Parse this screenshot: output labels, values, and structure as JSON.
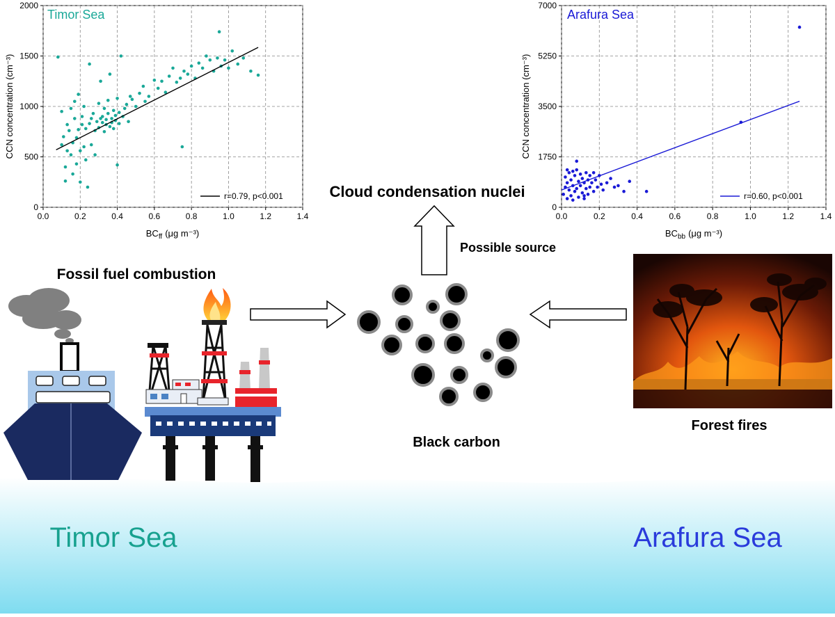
{
  "labels": {
    "ccn": "Cloud condensation nuclei",
    "possible_source": "Possible source",
    "fossil_fuel": "Fossil fuel combustion",
    "black_carbon": "Black carbon",
    "forest_fires": "Forest fires",
    "timor_sea": "Timor Sea",
    "arafura_sea": "Arafura Sea"
  },
  "colors": {
    "timor": "#1aa898",
    "arafura": "#1a1ad6",
    "timor_label": "#17a18f",
    "arafura_label": "#2a3bdb",
    "sea_top": "#ffffff",
    "sea_bottom": "#7fdcf0"
  },
  "icons": [
    "cargo-ship-icon",
    "oil-rig-icon",
    "flame-icon",
    "smoke-cloud-icon",
    "black-carbon-particles-icon",
    "forest-fire-photo"
  ],
  "chart_data": [
    {
      "type": "scatter",
      "title": "Timor Sea",
      "xlabel_main": "BC",
      "xlabel_sub": "ff",
      "xlabel_unit": "(μg m⁻³)",
      "ylabel": "CCN concentration (cm⁻³)",
      "xlim": [
        0.0,
        1.4
      ],
      "ylim": [
        0,
        2000
      ],
      "xticks": [
        "0.0",
        "0.2",
        "0.4",
        "0.6",
        "0.8",
        "1.0",
        "1.2",
        "1.4"
      ],
      "yticks": [
        "0",
        "500",
        "1000",
        "1500",
        "2000"
      ],
      "grid": true,
      "legend": "r=0.79, p<0.001",
      "legend_position": "lower-right",
      "fit_line": {
        "x": [
          0.07,
          1.16
        ],
        "y": [
          570,
          1585
        ]
      },
      "color": "#1aa898",
      "points": [
        [
          0.08,
          1490
        ],
        [
          0.1,
          950
        ],
        [
          0.1,
          620
        ],
        [
          0.11,
          700
        ],
        [
          0.12,
          400
        ],
        [
          0.12,
          260
        ],
        [
          0.13,
          560
        ],
        [
          0.13,
          820
        ],
        [
          0.14,
          760
        ],
        [
          0.15,
          980
        ],
        [
          0.15,
          520
        ],
        [
          0.16,
          640
        ],
        [
          0.16,
          330
        ],
        [
          0.17,
          880
        ],
        [
          0.17,
          1050
        ],
        [
          0.18,
          690
        ],
        [
          0.18,
          430
        ],
        [
          0.19,
          770
        ],
        [
          0.19,
          1120
        ],
        [
          0.2,
          560
        ],
        [
          0.2,
          250
        ],
        [
          0.21,
          820
        ],
        [
          0.21,
          900
        ],
        [
          0.22,
          600
        ],
        [
          0.22,
          1000
        ],
        [
          0.23,
          780
        ],
        [
          0.23,
          470
        ],
        [
          0.24,
          200
        ],
        [
          0.25,
          830
        ],
        [
          0.25,
          1420
        ],
        [
          0.26,
          620
        ],
        [
          0.26,
          880
        ],
        [
          0.27,
          930
        ],
        [
          0.28,
          760
        ],
        [
          0.28,
          520
        ],
        [
          0.29,
          850
        ],
        [
          0.3,
          1030
        ],
        [
          0.3,
          790
        ],
        [
          0.31,
          1250
        ],
        [
          0.31,
          880
        ],
        [
          0.32,
          900
        ],
        [
          0.32,
          840
        ],
        [
          0.33,
          750
        ],
        [
          0.33,
          980
        ],
        [
          0.34,
          870
        ],
        [
          0.34,
          820
        ],
        [
          0.35,
          930
        ],
        [
          0.35,
          1060
        ],
        [
          0.36,
          800
        ],
        [
          0.36,
          1320
        ],
        [
          0.37,
          880
        ],
        [
          0.37,
          840
        ],
        [
          0.38,
          960
        ],
        [
          0.38,
          780
        ],
        [
          0.39,
          910
        ],
        [
          0.39,
          860
        ],
        [
          0.4,
          1080
        ],
        [
          0.4,
          420
        ],
        [
          0.41,
          940
        ],
        [
          0.41,
          830
        ],
        [
          0.42,
          1500
        ],
        [
          0.43,
          900
        ],
        [
          0.44,
          980
        ],
        [
          0.45,
          1020
        ],
        [
          0.46,
          850
        ],
        [
          0.47,
          1100
        ],
        [
          0.48,
          1070
        ],
        [
          0.5,
          1000
        ],
        [
          0.52,
          1130
        ],
        [
          0.54,
          1200
        ],
        [
          0.55,
          1050
        ],
        [
          0.57,
          1100
        ],
        [
          0.6,
          1260
        ],
        [
          0.62,
          1180
        ],
        [
          0.64,
          1250
        ],
        [
          0.66,
          1140
        ],
        [
          0.68,
          1300
        ],
        [
          0.7,
          1380
        ],
        [
          0.72,
          1240
        ],
        [
          0.74,
          1280
        ],
        [
          0.75,
          600
        ],
        [
          0.76,
          1350
        ],
        [
          0.78,
          1320
        ],
        [
          0.8,
          1400
        ],
        [
          0.82,
          1280
        ],
        [
          0.84,
          1430
        ],
        [
          0.86,
          1380
        ],
        [
          0.88,
          1500
        ],
        [
          0.9,
          1460
        ],
        [
          0.92,
          1350
        ],
        [
          0.94,
          1480
        ],
        [
          0.95,
          1740
        ],
        [
          0.96,
          1400
        ],
        [
          0.98,
          1460
        ],
        [
          1.0,
          1380
        ],
        [
          1.02,
          1550
        ],
        [
          1.05,
          1420
        ],
        [
          1.08,
          1480
        ],
        [
          1.12,
          1350
        ],
        [
          1.16,
          1310
        ]
      ]
    },
    {
      "type": "scatter",
      "title": "Arafura Sea",
      "xlabel_main": "BC",
      "xlabel_sub": "bb",
      "xlabel_unit": "(μg m⁻³)",
      "ylabel": "CCN concentration (cm⁻³)",
      "xlim": [
        0.0,
        1.4
      ],
      "ylim": [
        0,
        7000
      ],
      "xticks": [
        "0.0",
        "0.2",
        "0.4",
        "0.6",
        "0.8",
        "1.0",
        "1.2",
        "1.4"
      ],
      "yticks": [
        "0",
        "1750",
        "3500",
        "5250",
        "7000"
      ],
      "grid": true,
      "legend": "r=0.60, p<0.001",
      "legend_position": "lower-right",
      "fit_line": {
        "x": [
          0.0,
          1.26
        ],
        "y": [
          600,
          3680
        ]
      },
      "color": "#1a1ad6",
      "points": [
        [
          0.01,
          450
        ],
        [
          0.02,
          700
        ],
        [
          0.02,
          1050
        ],
        [
          0.03,
          300
        ],
        [
          0.03,
          850
        ],
        [
          0.04,
          600
        ],
        [
          0.04,
          1200
        ],
        [
          0.05,
          400
        ],
        [
          0.05,
          950
        ],
        [
          0.06,
          250
        ],
        [
          0.06,
          750
        ],
        [
          0.07,
          1100
        ],
        [
          0.07,
          550
        ],
        [
          0.08,
          1300
        ],
        [
          0.08,
          650
        ],
        [
          0.09,
          900
        ],
        [
          0.09,
          350
        ],
        [
          0.1,
          1150
        ],
        [
          0.1,
          750
        ],
        [
          0.11,
          500
        ],
        [
          0.11,
          1000
        ],
        [
          0.12,
          850
        ],
        [
          0.12,
          300
        ],
        [
          0.13,
          1200
        ],
        [
          0.13,
          650
        ],
        [
          0.14,
          950
        ],
        [
          0.14,
          450
        ],
        [
          0.15,
          1100
        ],
        [
          0.15,
          700
        ],
        [
          0.16,
          850
        ],
        [
          0.17,
          1200
        ],
        [
          0.17,
          550
        ],
        [
          0.18,
          950
        ],
        [
          0.19,
          700
        ],
        [
          0.2,
          1100
        ],
        [
          0.21,
          800
        ],
        [
          0.22,
          600
        ],
        [
          0.24,
          850
        ],
        [
          0.26,
          1000
        ],
        [
          0.28,
          700
        ],
        [
          0.3,
          750
        ],
        [
          0.33,
          550
        ],
        [
          0.36,
          900
        ],
        [
          0.45,
          550
        ],
        [
          0.95,
          2950
        ],
        [
          1.26,
          6250
        ],
        [
          0.08,
          1600
        ],
        [
          0.03,
          1300
        ],
        [
          0.12,
          400
        ],
        [
          0.06,
          1250
        ]
      ]
    }
  ]
}
